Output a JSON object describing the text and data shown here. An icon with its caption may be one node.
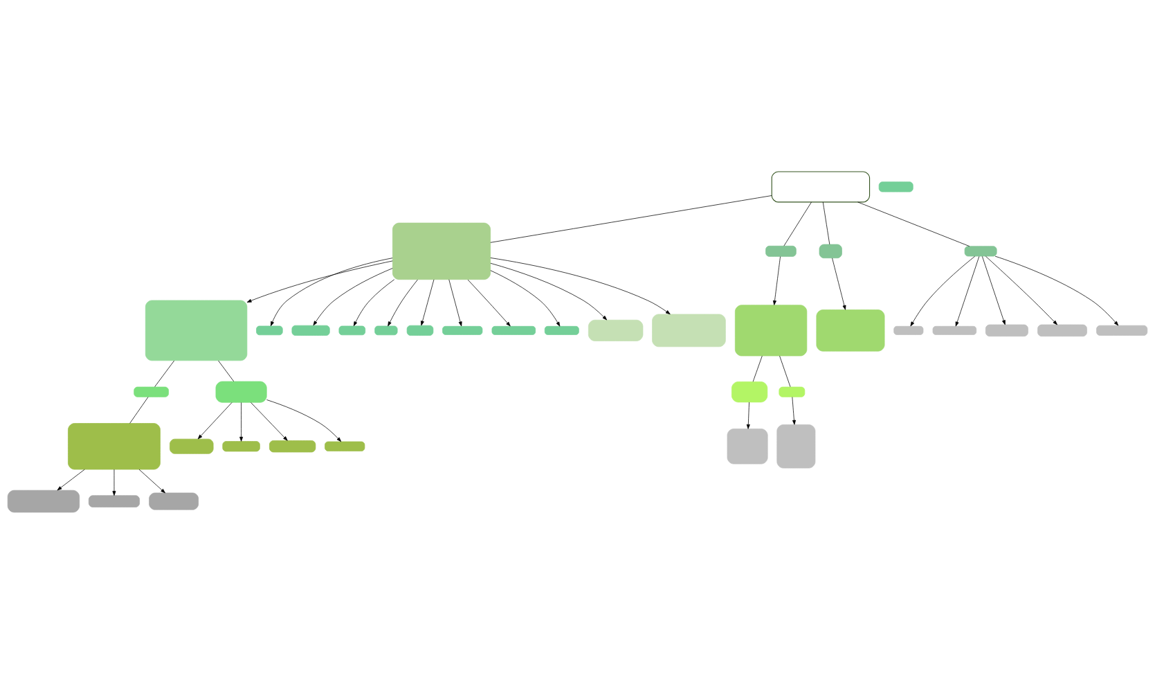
{
  "diagram": {
    "nodes": [
      {
        "text": [],
        "shape": "box"
      },
      {
        "text": [],
        "shape": "box"
      },
      {
        "text": [],
        "shape": "box"
      },
      {
        "text": [],
        "shape": "box"
      },
      {
        "text": [],
        "shape": "box"
      },
      {
        "text": [],
        "shape": "box"
      },
      {
        "text": [],
        "shape": "box"
      },
      {
        "text": [],
        "shape": "box"
      },
      {
        "text": [],
        "shape": "box"
      },
      {
        "text": [],
        "shape": "box"
      },
      {
        "text": [],
        "shape": "box"
      },
      {
        "text": [],
        "shape": "box"
      },
      {
        "text": [],
        "shape": "box"
      },
      {
        "text": [],
        "shape": "box"
      },
      {
        "text": [],
        "shape": "box"
      },
      {
        "text": [],
        "shape": "box"
      },
      {
        "text": [],
        "shape": "box"
      },
      {
        "text": [],
        "shape": "box"
      },
      {
        "text": [],
        "shape": "box"
      },
      {
        "text": [],
        "shape": "box"
      },
      {
        "text": [],
        "shape": "box"
      },
      {
        "text": [],
        "shape": "box"
      },
      {
        "text": [],
        "shape": "box"
      },
      {
        "text": [],
        "shape": "box"
      },
      {
        "text": [],
        "shape": "box"
      },
      {
        "text": [],
        "shape": "box"
      },
      {
        "text": [],
        "shape": "box"
      },
      {
        "text": [],
        "shape": "box"
      },
      {
        "text": [],
        "shape": "box"
      },
      {
        "text": [],
        "shape": "box"
      },
      {
        "text": [],
        "shape": "box"
      },
      {
        "text": [],
        "shape": "box"
      },
      {
        "text": [],
        "shape": "box"
      },
      {
        "text": [],
        "shape": "box"
      },
      {
        "text": [],
        "shape": "box"
      },
      {
        "text": [],
        "shape": "box"
      },
      {
        "text": [],
        "shape": "box"
      },
      {
        "text": [],
        "shape": "box"
      }
    ],
    "edges": [
      {
        "from": 0,
        "to": 1,
        "arrow": "none"
      },
      {
        "from": 0,
        "to": 3,
        "arrow": "none"
      },
      {
        "from": 0,
        "to": 5,
        "arrow": "none"
      },
      {
        "from": 0,
        "to": 6,
        "arrow": "none"
      },
      {
        "from": 1,
        "to": 2,
        "arrow": "to"
      },
      {
        "from": 1,
        "to": 8,
        "arrow": "to"
      },
      {
        "from": 1,
        "to": 10,
        "arrow": "to"
      },
      {
        "from": 1,
        "to": 13,
        "arrow": "to"
      },
      {
        "from": 1,
        "to": 15,
        "arrow": "to"
      },
      {
        "from": 1,
        "to": 16,
        "arrow": "to"
      },
      {
        "from": 1,
        "to": 9,
        "arrow": "to"
      },
      {
        "from": 1,
        "to": 11,
        "arrow": "to"
      },
      {
        "from": 1,
        "to": 12,
        "arrow": "to"
      },
      {
        "from": 1,
        "to": 25,
        "arrow": "to"
      },
      {
        "from": 1,
        "to": 19,
        "arrow": "to"
      },
      {
        "from": 3,
        "to": 4,
        "arrow": "to"
      },
      {
        "from": 5,
        "to": 7,
        "arrow": "to"
      },
      {
        "from": 6,
        "to": 20,
        "arrow": "to"
      },
      {
        "from": 6,
        "to": 22,
        "arrow": "to"
      },
      {
        "from": 6,
        "to": 24,
        "arrow": "to"
      },
      {
        "from": 6,
        "to": 23,
        "arrow": "to"
      },
      {
        "from": 6,
        "to": 21,
        "arrow": "to"
      },
      {
        "from": 4,
        "to": 17,
        "arrow": "none"
      },
      {
        "from": 4,
        "to": 18,
        "arrow": "none"
      },
      {
        "from": 17,
        "to": 26,
        "arrow": "to"
      },
      {
        "from": 18,
        "to": 28,
        "arrow": "to"
      },
      {
        "from": 2,
        "to": 29,
        "arrow": "none"
      },
      {
        "from": 2,
        "to": 27,
        "arrow": "none"
      },
      {
        "from": 29,
        "to": 31,
        "arrow": "to"
      },
      {
        "from": 29,
        "to": 34,
        "arrow": "to"
      },
      {
        "from": 29,
        "to": 35,
        "arrow": "to"
      },
      {
        "from": 29,
        "to": 33,
        "arrow": "to"
      },
      {
        "from": 27,
        "to": 30,
        "arrow": "none"
      },
      {
        "from": 30,
        "to": 32,
        "arrow": "to"
      },
      {
        "from": 30,
        "to": 37,
        "arrow": "to"
      },
      {
        "from": 30,
        "to": 36,
        "arrow": "to"
      }
    ]
  }
}
